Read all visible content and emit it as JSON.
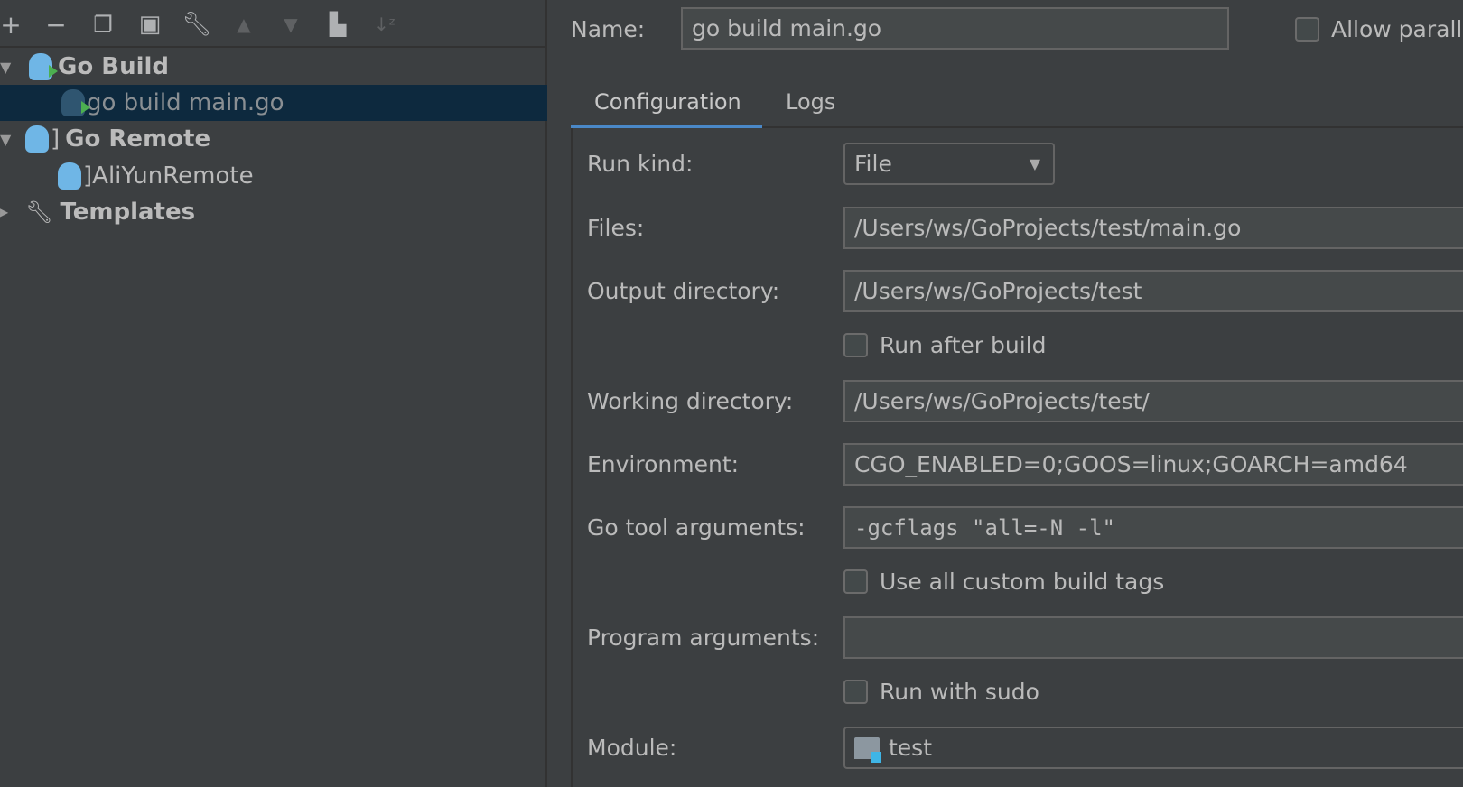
{
  "toolbar": {
    "icons": [
      "plus-icon",
      "minus-icon",
      "copy-icon",
      "save-icon",
      "wrench-icon",
      "arrow-up-icon",
      "arrow-down-icon",
      "new-folder-icon",
      "sort-alpha-icon"
    ]
  },
  "tree": {
    "items": [
      {
        "label": "Go Build",
        "expanded": true
      },
      {
        "label": "go build main.go",
        "selected": true
      },
      {
        "label": "Go Remote",
        "expanded": true
      },
      {
        "label": "AliYunRemote"
      },
      {
        "label": "Templates",
        "expanded": false
      }
    ]
  },
  "header": {
    "name_label": "Name:",
    "name_value": "go build main.go",
    "allow_parallel_label": "Allow parall",
    "allow_parallel_checked": false
  },
  "tabs": [
    {
      "label": "Configuration",
      "active": true
    },
    {
      "label": "Logs",
      "active": false
    }
  ],
  "form": {
    "run_kind": {
      "label": "Run kind:",
      "value": "File"
    },
    "files": {
      "label": "Files:",
      "value": "/Users/ws/GoProjects/test/main.go"
    },
    "output_directory": {
      "label": "Output directory:",
      "value": "/Users/ws/GoProjects/test"
    },
    "run_after_build": {
      "label": "Run after build",
      "checked": false
    },
    "working_directory": {
      "label": "Working directory:",
      "value": "/Users/ws/GoProjects/test/"
    },
    "environment": {
      "label": "Environment:",
      "value": "CGO_ENABLED=0;GOOS=linux;GOARCH=amd64"
    },
    "go_tool_arguments": {
      "label": "Go tool arguments:",
      "value": "-gcflags \"all=-N -l\""
    },
    "use_all_custom_build_tags": {
      "label": "Use all custom build tags",
      "checked": false
    },
    "program_arguments": {
      "label": "Program arguments:",
      "value": ""
    },
    "run_with_sudo": {
      "label": "Run with sudo",
      "checked": false
    },
    "module": {
      "label": "Module:",
      "value": "test"
    }
  },
  "colors": {
    "accent": "#4a88c7",
    "selection": "#0d293e",
    "background": "#3c3f41"
  }
}
